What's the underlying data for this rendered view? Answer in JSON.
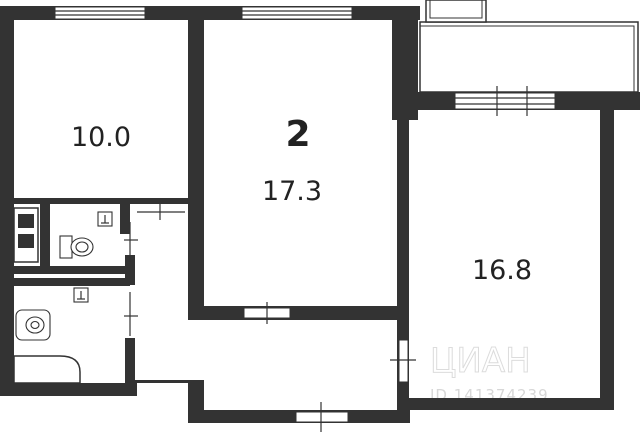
{
  "plan": {
    "room_number": "2",
    "rooms": [
      {
        "id": "room-left",
        "area": "10.0"
      },
      {
        "id": "room-middle",
        "area": "17.3"
      },
      {
        "id": "room-right",
        "area": "16.8"
      }
    ],
    "watermark": {
      "brand": "ЦИАН",
      "listing_id": "ID 141374239"
    }
  },
  "colors": {
    "wall": "#333333",
    "background": "#ffffff"
  }
}
